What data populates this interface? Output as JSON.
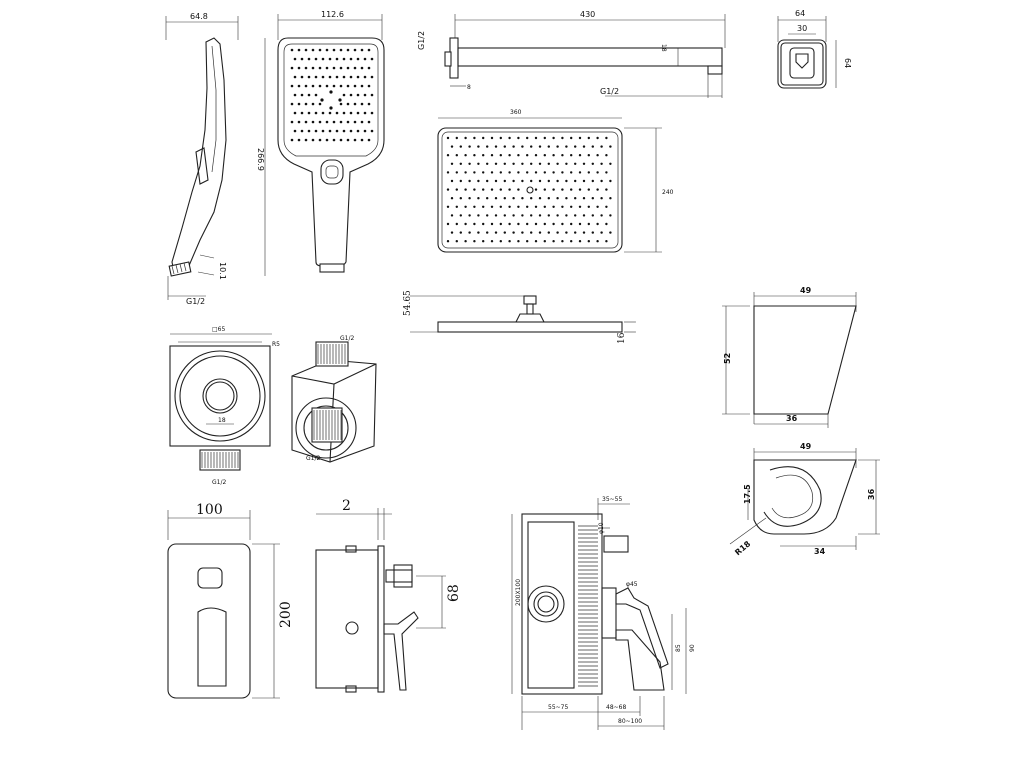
{
  "handshower_side": {
    "width": "64.8",
    "length": "10.1",
    "thread": "G1/2"
  },
  "handshower_front": {
    "width": "112.6",
    "height": "266.9"
  },
  "shower_arm": {
    "length": "430",
    "diameter": "18",
    "thread_wall": "G1/2",
    "thread_outlet": "G1/2",
    "small": "8"
  },
  "wall_outlet": {
    "outer": "64",
    "inner": "30",
    "height": "64"
  },
  "showerhead_top": {
    "width": "360",
    "height": "240"
  },
  "showerhead_side": {
    "connection": "54.65",
    "thickness": "16"
  },
  "holder_side": {
    "top": "49",
    "height": "52",
    "bottom": "36"
  },
  "holder_top": {
    "width": "49",
    "height": "36",
    "depth": "17.5",
    "base": "34",
    "radius": "R18"
  },
  "elbow_front": {
    "size": "□65",
    "hole": "R5",
    "thread": "G1/2",
    "inner": "18"
  },
  "elbow_iso": {
    "thread_top": "G1/2",
    "thread_front": "G1/2"
  },
  "valve_front": {
    "width": "100",
    "height": "200"
  },
  "valve_side": {
    "depth": "2",
    "offset": "68"
  },
  "valve_section": {
    "top_range": "35~55",
    "pin": "φ10",
    "box": "200X100",
    "angle": "φ45",
    "h1": "85",
    "h2": "90",
    "bottom1": "55~75",
    "bottom2": "48~68",
    "bottom3": "80~100"
  }
}
